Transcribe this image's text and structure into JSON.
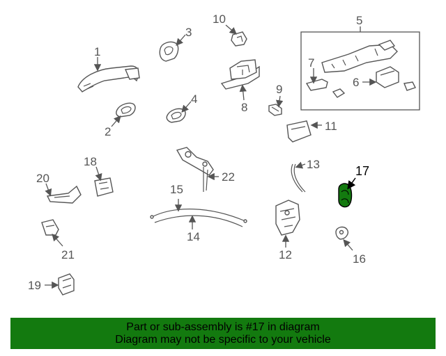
{
  "diagram": {
    "callouts": [
      "1",
      "2",
      "3",
      "4",
      "5",
      "6",
      "7",
      "8",
      "9",
      "10",
      "11",
      "12",
      "13",
      "14",
      "15",
      "16",
      "17",
      "18",
      "19",
      "20",
      "21",
      "22"
    ],
    "highlighted_part": "17",
    "highlight_color": "#137a0f"
  },
  "banner": {
    "line1": "Part or sub-assembly is #17 in diagram",
    "line2": "Diagram may not be specific to your vehicle",
    "background": "#137a0f"
  }
}
